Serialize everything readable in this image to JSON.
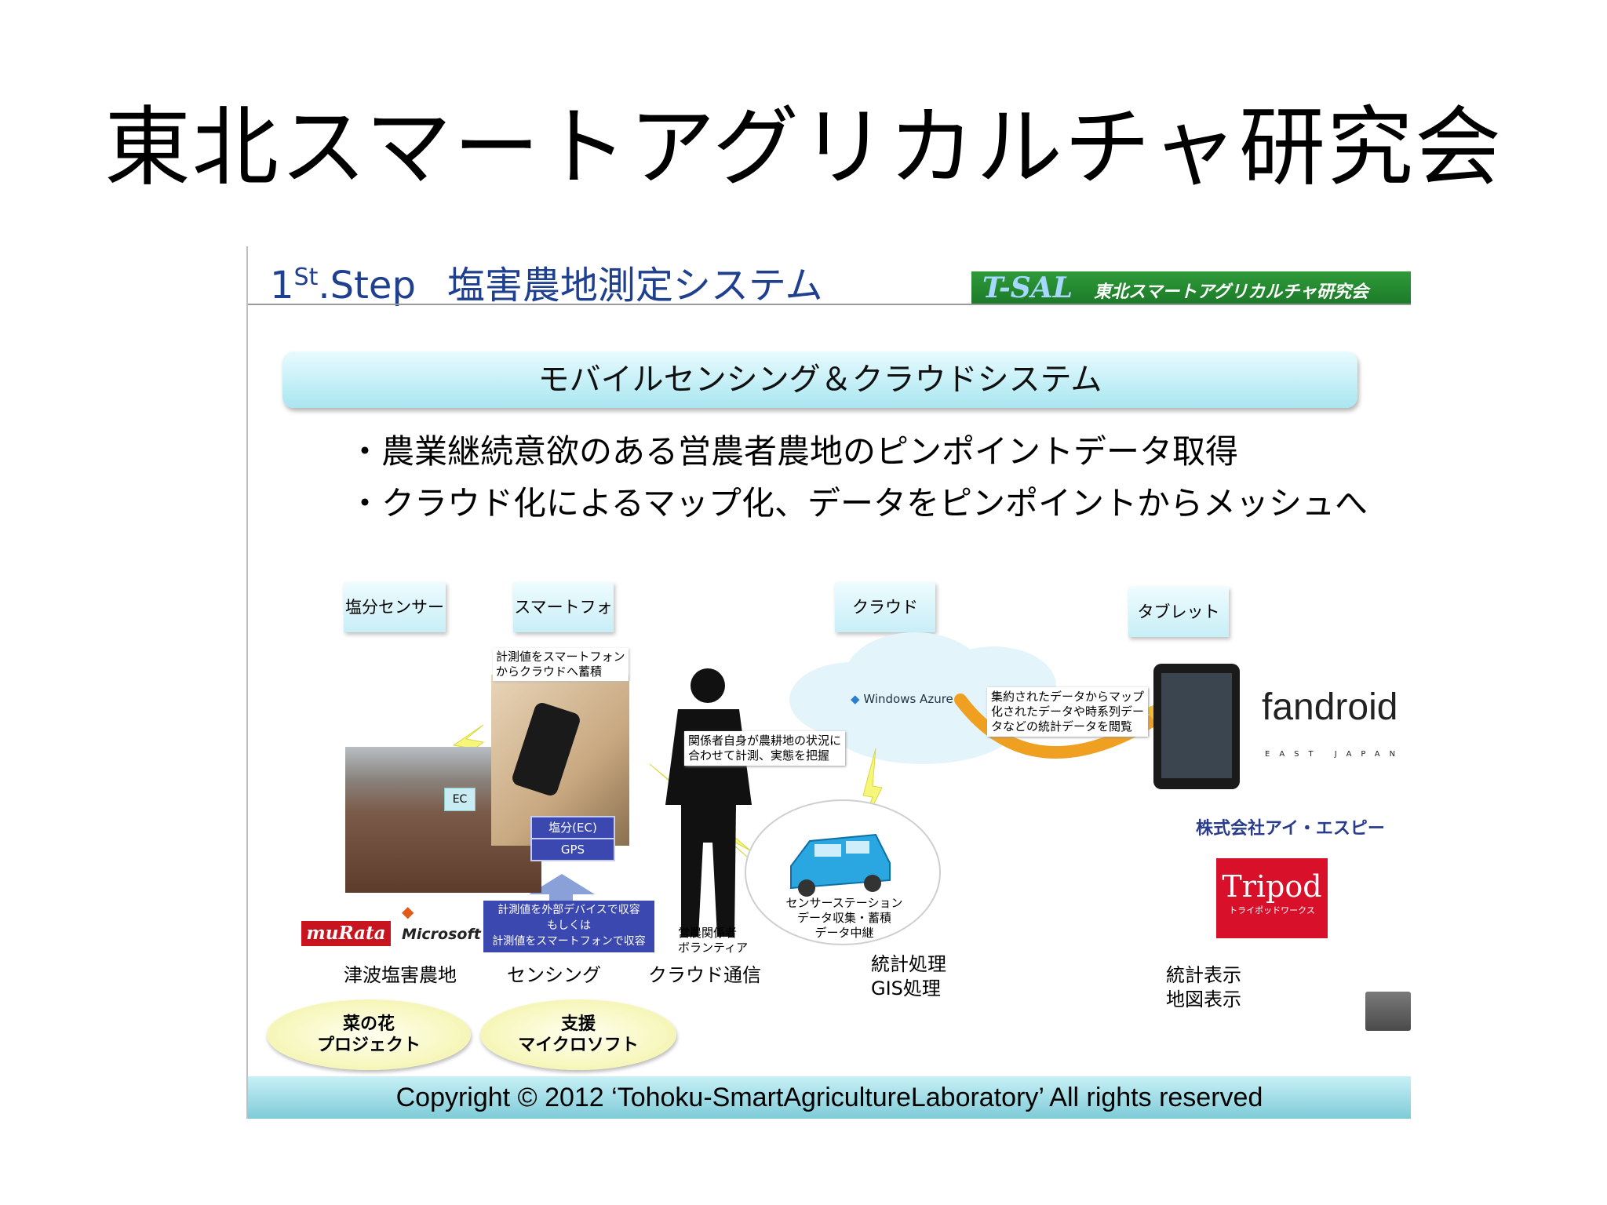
{
  "page_title": "東北スマートアグリカルチャ研究会",
  "slide": {
    "step_num": "1",
    "step_sup": "St",
    "step_word": ".Step",
    "step_name": "塩害農地測定システム",
    "tsal_logo": "T-SAL",
    "tsal_name": "東北スマートアグリカルチャ研究会",
    "banner": "モバイルセンシング＆クラウドシステム",
    "bullets": [
      "・農業継続意欲のある営農者農地のピンポイントデータ取得",
      "・クラウド化によるマップ化、データをピンポイントからメッシュへ"
    ],
    "labels": {
      "salt_sensor": "塩分センサー",
      "smartphone": "スマートフォン",
      "cloud": "クラウド",
      "tablet": "タブレット"
    },
    "notes": {
      "phone_note": [
        "計測値をスマートフォン",
        "からクラウドへ蓄積"
      ],
      "ec": "EC",
      "salt_ec": "塩分(EC)",
      "gps": "GPS",
      "device_note": [
        "計測値を外部デバイスで収容",
        "もしくは",
        "計測値をスマートフォンで収容"
      ],
      "person_note": [
        "関係者自身が農耕地の状況に",
        "合わせて計測、実態を把握"
      ],
      "person_label": [
        "営農関係者",
        "ボランティア"
      ],
      "azure": "Windows Azure",
      "cloud_note": [
        "集約されたデータからマップ",
        "化されたデータや時系列デー",
        "タなどの統計データを閲覧"
      ],
      "station": [
        "センサーステーション",
        "データ収集・蓄積",
        "データ中継"
      ]
    },
    "logos": {
      "murata": "muRata",
      "microsoft": "Microsoft",
      "fandroid": "fandroid",
      "fandroid_sub": "EAST JAPAN",
      "isp": "株式会社アイ・エスピー",
      "tripod": "Tripod",
      "tripod_sub": "トライポッドワークス"
    },
    "captions": {
      "tsunami": "津波塩害農地",
      "sensing": "センシング",
      "cloud_comm": "クラウド通信",
      "stats1": "統計処理",
      "gis": "GIS処理",
      "stats2": "統計表示",
      "map": "地図表示"
    },
    "ellipses": {
      "nanohana": [
        "菜の花",
        "プロジェクト"
      ],
      "support": [
        "支援",
        "マイクロソフト"
      ]
    },
    "footer": "Copyright © 2012  ‘Tohoku-SmartAgricultureLaboratory’  All rights reserved"
  },
  "colors": {
    "title_blue": "#1f3f8f",
    "tsal_green": "#2f9a3a",
    "device_box": "#3b48b0",
    "murata_red": "#c8141e",
    "tripod_red": "#d8102a"
  }
}
